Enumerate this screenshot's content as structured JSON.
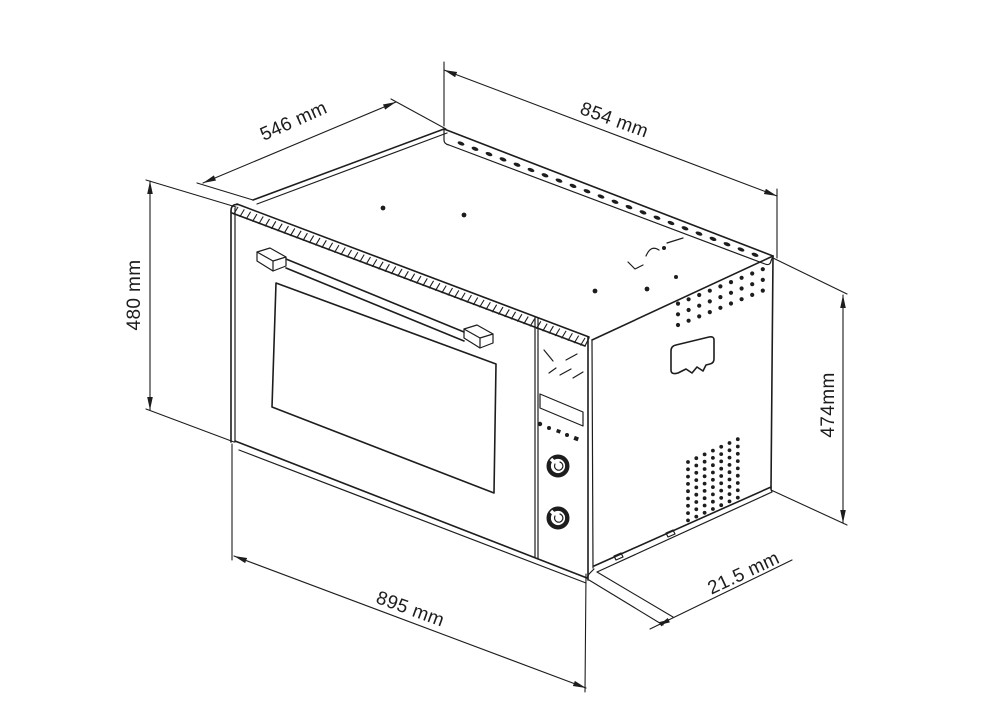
{
  "drawing": {
    "background": "#ffffff",
    "line_color": "#1d1d1d",
    "dimensions": {
      "top_depth": "546 mm",
      "top_width": "854 mm",
      "front_height": "480 mm",
      "side_height": "474mm",
      "front_width": "895 mm",
      "door_overhang": "21.5 mm"
    }
  }
}
